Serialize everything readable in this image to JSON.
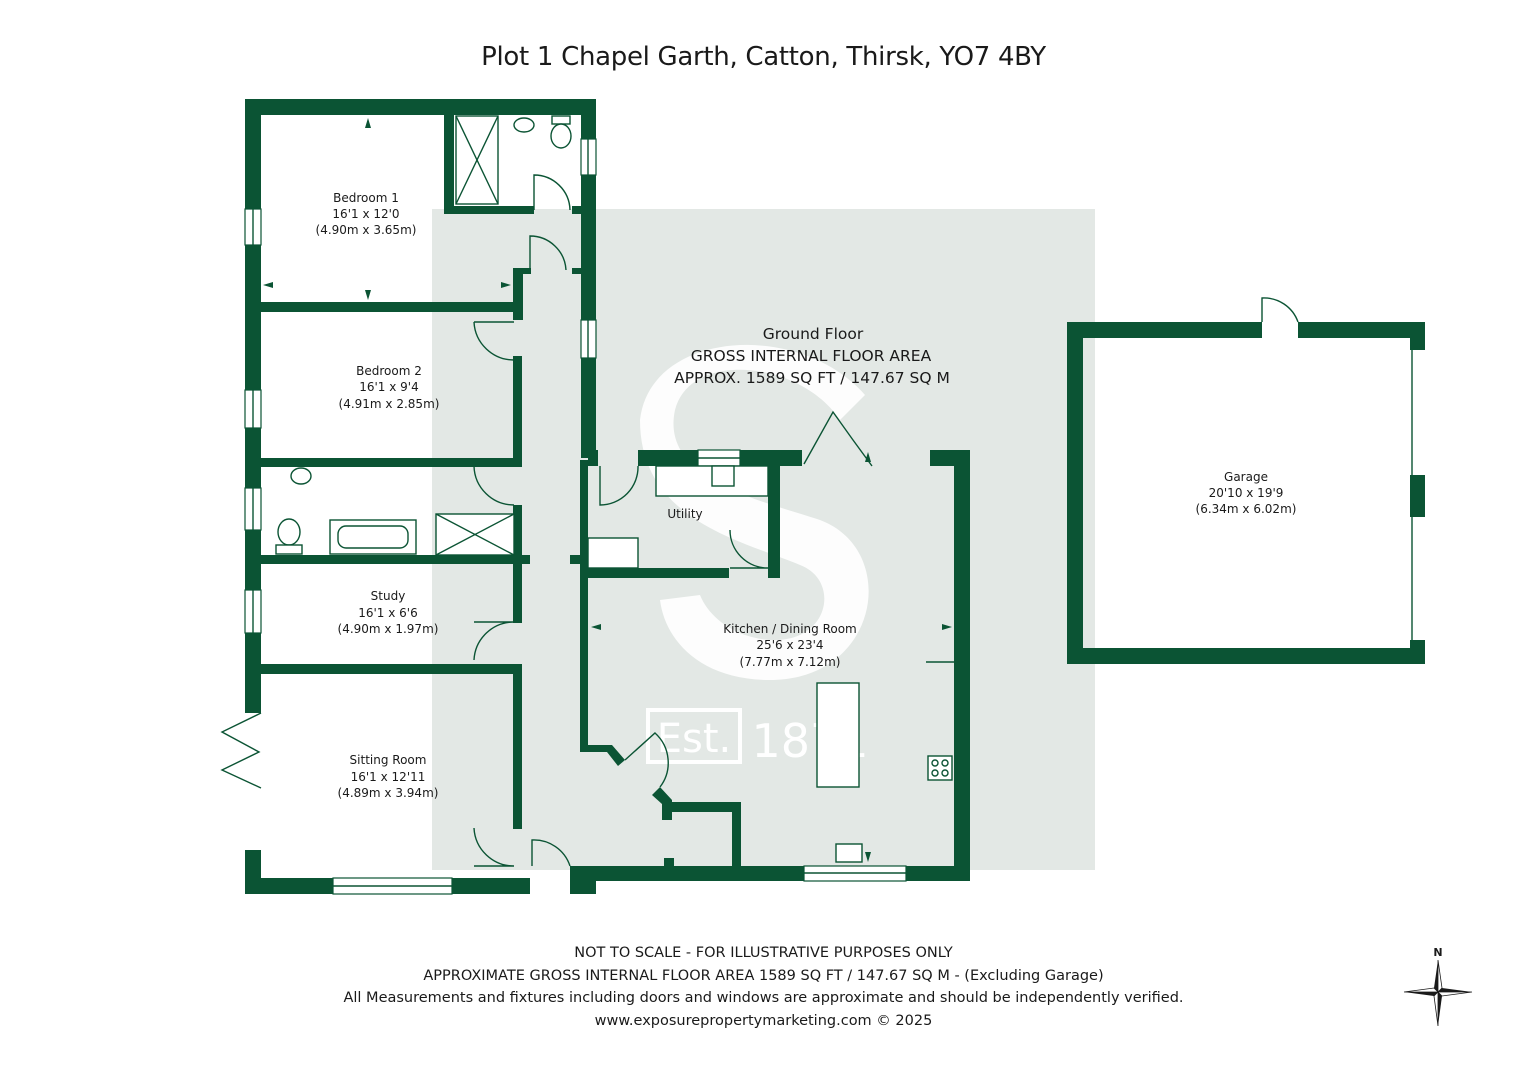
{
  "title": "Plot 1 Chapel Garth, Catton, Thirsk, YO7 4BY",
  "floor": {
    "name": "Ground Floor",
    "area_heading": "GROSS INTERNAL FLOOR AREA",
    "area_value": "APPROX. 1589 SQ FT / 147.67 SQ M"
  },
  "watermark": {
    "est": "Est.",
    "year": "1871"
  },
  "rooms": [
    {
      "name": "Bedroom 1",
      "size_imperial": "16'1 x 12'0",
      "size_metric": "(4.90m x 3.65m)"
    },
    {
      "name": "Bedroom 2",
      "size_imperial": "16'1 x 9'4",
      "size_metric": "(4.91m x 2.85m)"
    },
    {
      "name": "Study",
      "size_imperial": "16'1 x 6'6",
      "size_metric": "(4.90m x 1.97m)"
    },
    {
      "name": "Sitting Room",
      "size_imperial": "16'1 x 12'11",
      "size_metric": "(4.89m x 3.94m)"
    },
    {
      "name": "Utility",
      "size_imperial": "",
      "size_metric": ""
    },
    {
      "name": "Kitchen / Dining Room",
      "size_imperial": "25'6 x 23'4",
      "size_metric": "(7.77m x 7.12m)"
    },
    {
      "name": "Garage",
      "size_imperial": "20'10 x 19'9",
      "size_metric": "(6.34m x 6.02m)"
    }
  ],
  "footer": {
    "line1": "NOT TO SCALE - FOR ILLUSTRATIVE PURPOSES ONLY",
    "line2": "APPROXIMATE GROSS INTERNAL FLOOR AREA 1589 SQ FT / 147.67 SQ M - (Excluding Garage)",
    "line3": "All Measurements and fixtures including doors and windows are approximate and should be independently verified.",
    "line4": "www.exposurepropertymarketing.com © 2025"
  },
  "compass": {
    "north_label": "N"
  },
  "colors": {
    "wall": "#0b5434",
    "watermark_bg": "#e3e8e5",
    "text": "#1a1a1a"
  }
}
